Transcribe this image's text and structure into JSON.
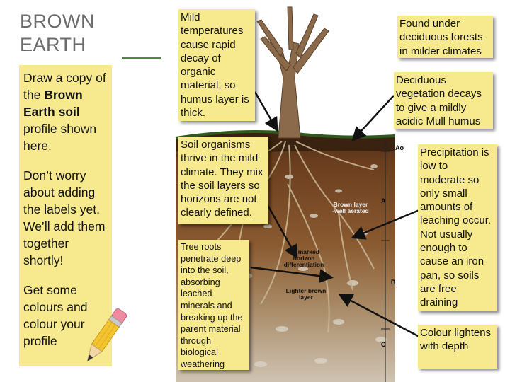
{
  "slide": {
    "title_line1": "BROWN",
    "title_line2": "EARTH",
    "instructions": {
      "p1_pre": "Draw a copy of the ",
      "p1_bold": "Brown Earth soil",
      "p1_post": " profile shown here.",
      "p2": "Don’t worry about adding the labels yet. We’ll add them together shortly!",
      "p3": "Get some colours and colour your profile"
    }
  },
  "callouts": {
    "mild_temps": "Mild temperatures cause rapid decay of organic material, so humus layer is thick.",
    "soil_organisms": "Soil organisms thrive in the mild climate. They mix the soil layers so horizons are not clearly defined.",
    "tree_roots": "Tree roots penetrate deep into the soil, absorbing leached minerals and breaking up the parent material through biological weathering",
    "deciduous_forests": "Found under deciduous forests in milder climates",
    "mull_humus": "Deciduous vegetation decays to give a mildly acidic Mull humus",
    "precipitation": "Precipitation is low to moderate so only small amounts of leaching occur. Not usually enough to cause an iron pan, so soils are free draining",
    "colour": "Colour lightens with depth"
  },
  "diagram_labels": {
    "brown_layer": "Brown layer\n-well aerated",
    "no_horizon": "No marked\nhorizon\ndifferentiation",
    "lighter_brown": "Lighter brown\nlayer",
    "horizon_ao": "Ao",
    "horizon_a": "A",
    "horizon_b": "B",
    "horizon_c": "C"
  },
  "colors": {
    "callout_fill": "#f7e98e",
    "title_text": "#6b6b6b",
    "accent_line": "#4d8a3c"
  }
}
